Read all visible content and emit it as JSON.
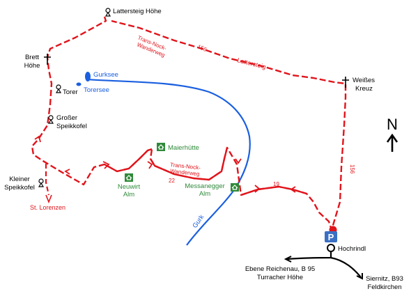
{
  "colors": {
    "trail": "#e0141b",
    "river": "#1a5fe0",
    "hut": "#2f8a3a",
    "road": "#000000",
    "parking": "#3a6fc4"
  },
  "north": {
    "label": "N"
  },
  "peaks": {
    "lattersteig_hoehe": "Lattersteig Höhe",
    "brett_hoehe_1": "Brett",
    "brett_hoehe_2": "Höhe",
    "torer": "Torer",
    "grosser_speikkofel_1": "Großer",
    "grosser_speikkofel_2": "Speikkofel",
    "kleiner_speikkofel_1": "Kleiner",
    "kleiner_speikkofel_2": "Speikkofel",
    "weisses_kreuz_1": "Weißes",
    "weisses_kreuz_2": "Kreuz"
  },
  "water": {
    "gurksee": "Gurksee",
    "torersee": "Torersee",
    "gurk": "Gurk"
  },
  "huts": {
    "maierhuette": "Maierhütte",
    "neuwirt_alm_1": "Neuwirt",
    "neuwirt_alm_2": "Alm",
    "messanegger_alm_1": "Messanegger",
    "messanegger_alm_2": "Alm"
  },
  "trails": {
    "trans_nock_top_1": "Trans-Nock-",
    "trans_nock_top_2": "Wanderweg",
    "number_156_top": "156",
    "lattersteig": "Lattersteig",
    "number_156_right": "156",
    "trans_nock_mid_1": "Trans-Nock-",
    "trans_nock_mid_2": "Wanderweg",
    "number_22": "22",
    "number_19": "19",
    "st_lorenzen": "St. Lorenzen"
  },
  "places": {
    "parking": "P",
    "hochrindl": "Hochrindl",
    "ebene_1": "Ebene Reichenau, B 95",
    "ebene_2": "Turracher Höhe",
    "siernitz_1": "Siernitz, B93",
    "siernitz_2": "Feldkirchen"
  }
}
